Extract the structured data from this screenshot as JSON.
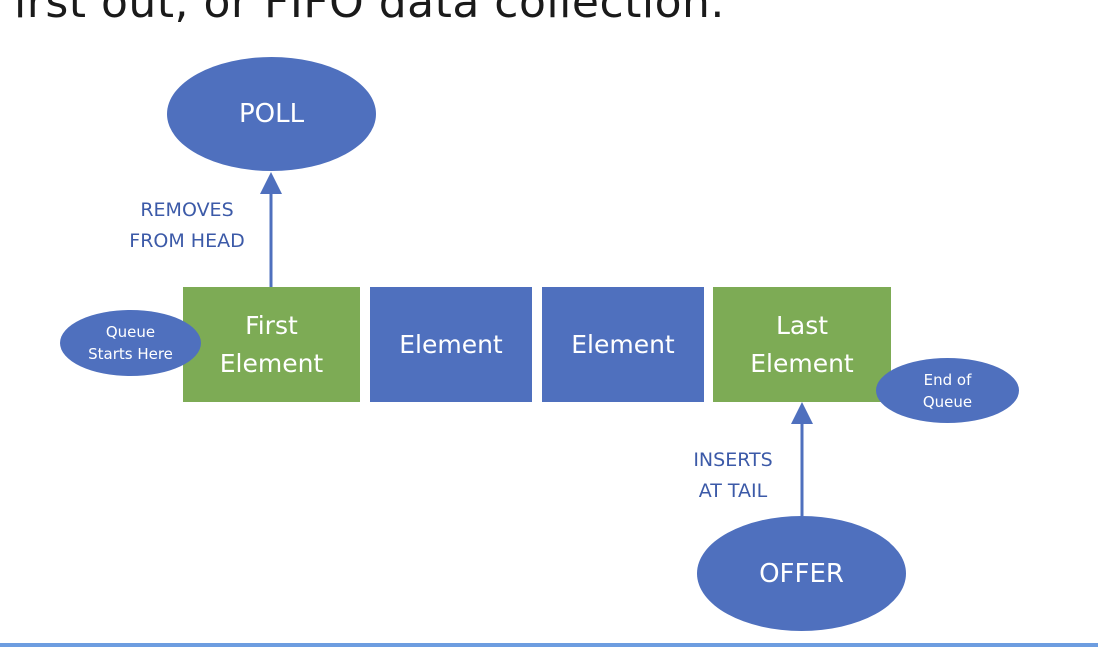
{
  "heading": "irst out, or FIFO data collection.",
  "poll": "POLL",
  "offer": "OFFER",
  "removes_label": "REMOVES\nFROM HEAD",
  "inserts_label": "INSERTS\nAT TAIL",
  "queue_start": "Queue\nStarts Here",
  "queue_end": "End of\nQueue",
  "elements": [
    {
      "text": "First\nElement",
      "color": "#7dab55"
    },
    {
      "text": "Element",
      "color": "#4f70be"
    },
    {
      "text": "Element",
      "color": "#4f70be"
    },
    {
      "text": "Last\nElement",
      "color": "#7dab55"
    }
  ],
  "colors": {
    "blue": "#4f70be",
    "green": "#7dab55",
    "label_text": "#3c5aa8",
    "rule": "#6d9de0"
  }
}
